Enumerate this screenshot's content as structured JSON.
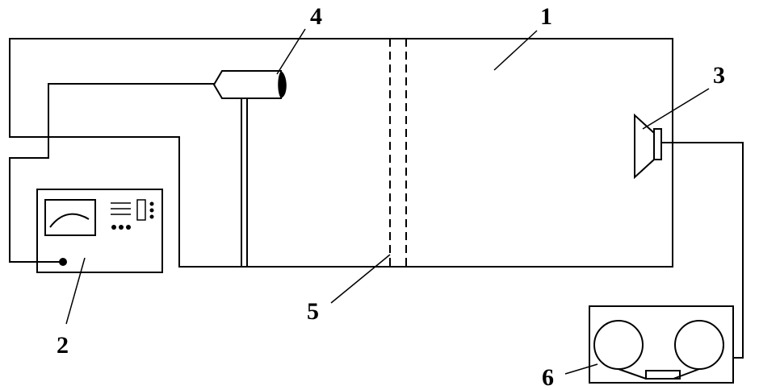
{
  "labels": {
    "chamber": "1",
    "analyzer": "2",
    "speaker": "3",
    "microphone": "4",
    "partition": "5",
    "tape_recorder": "6"
  }
}
